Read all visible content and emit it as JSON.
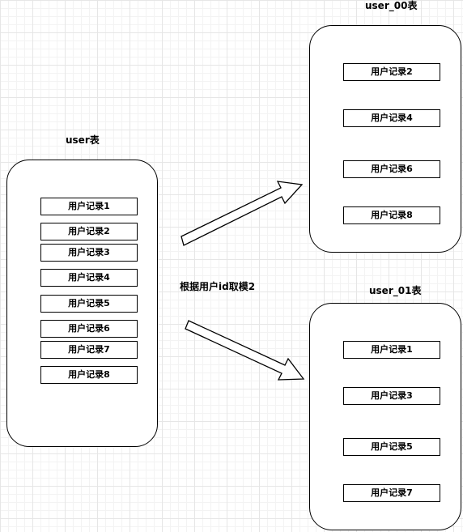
{
  "source_table": {
    "title": "user表",
    "records": [
      "用户记录1",
      "用户记录2",
      "用户记录3",
      "用户记录4",
      "用户记录5",
      "用户记录6",
      "用户记录7",
      "用户记录8"
    ]
  },
  "shard_00": {
    "title": "user_00表",
    "records": [
      "用户记录2",
      "用户记录4",
      "用户记录6",
      "用户记录8"
    ]
  },
  "shard_01": {
    "title": "user_01表",
    "records": [
      "用户记录1",
      "用户记录3",
      "用户记录5",
      "用户记录7"
    ]
  },
  "rule_label": "根据用户id取模2"
}
